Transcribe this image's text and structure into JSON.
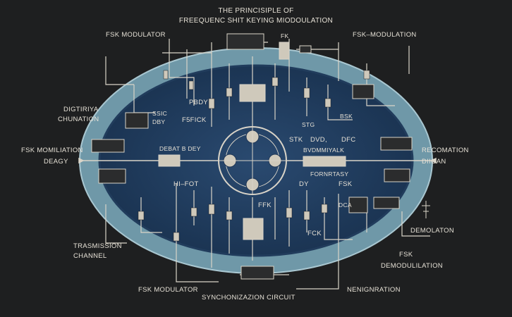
{
  "title": {
    "line1": "THE PRINCISIPLE OF",
    "line2": "FREEQUENC SHIT KEYING MIODOULATION"
  },
  "labels": {
    "fsk_modulator_top": "FSK MODULATOR",
    "fk": "FK",
    "fsk_modulation_top": "FSK–MODULATION",
    "pbdy": "PBDY",
    "digtriya": "DIGTIRIYA",
    "chunation": "CHUNATION",
    "ssic": "SSIC",
    "dby": "DBY",
    "f5fick": "F5FICK",
    "bsk": "BSK",
    "stg": "STG",
    "fsk_momiliation": "FSK MOMILIATION",
    "deagy": "DEAGY",
    "debat": "DEBAT B DEY",
    "stk": "STK",
    "dvd": "DVD,",
    "dfc": "DFC",
    "bvdmmiyalk": "BVDMMIYALK",
    "recomation": "RECOMATION",
    "diigan": "DIIGAN",
    "fornrtasy": "FORNRTASY",
    "dy": "DY",
    "fsk_mid": "FSK",
    "hi_fot": "HI–FOT",
    "ffk": "FFK",
    "dca": "DCA",
    "fck": "FCK",
    "trasmission": "TRASMISSION",
    "channel": "CHANNEL",
    "demolaton": "DEMOLATON",
    "fsk_demod_1": "FSK",
    "fsk_demod_2": "DEMODULILATION",
    "fsk_modulator_bottom": "FSK MODULATOR",
    "nenignration": "NENIGNRATION",
    "sync": "SYNCHONIZAZION CIRCUIT"
  },
  "colors": {
    "background": "#1e1f20",
    "ring": "#6f98a8",
    "ring_edge": "#a9c7d1",
    "inner": "#1f3656",
    "line": "#d9d4c8",
    "component": "#cfc9bb"
  }
}
